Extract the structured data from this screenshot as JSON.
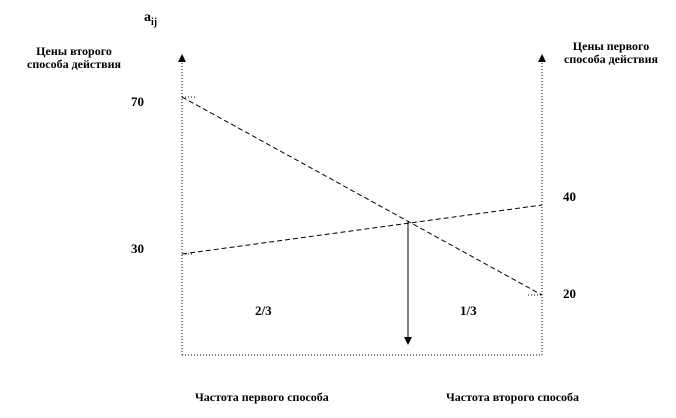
{
  "symbol": {
    "base": "a",
    "sub": "ij"
  },
  "axes": {
    "left_label": "Цены второго способа действия",
    "right_label": "Цены первого способа действия"
  },
  "values": {
    "left_top": "70",
    "left_bottom": "30",
    "right_top": "40",
    "right_bottom": "20"
  },
  "fractions": {
    "left": "2/3",
    "right": "1/3"
  },
  "bottom_labels": {
    "left": "Частота первого способа",
    "right": "Частота второго способа"
  },
  "lines": [
    {
      "from": 70,
      "to": 20
    },
    {
      "from": 30,
      "to": 40
    }
  ]
}
